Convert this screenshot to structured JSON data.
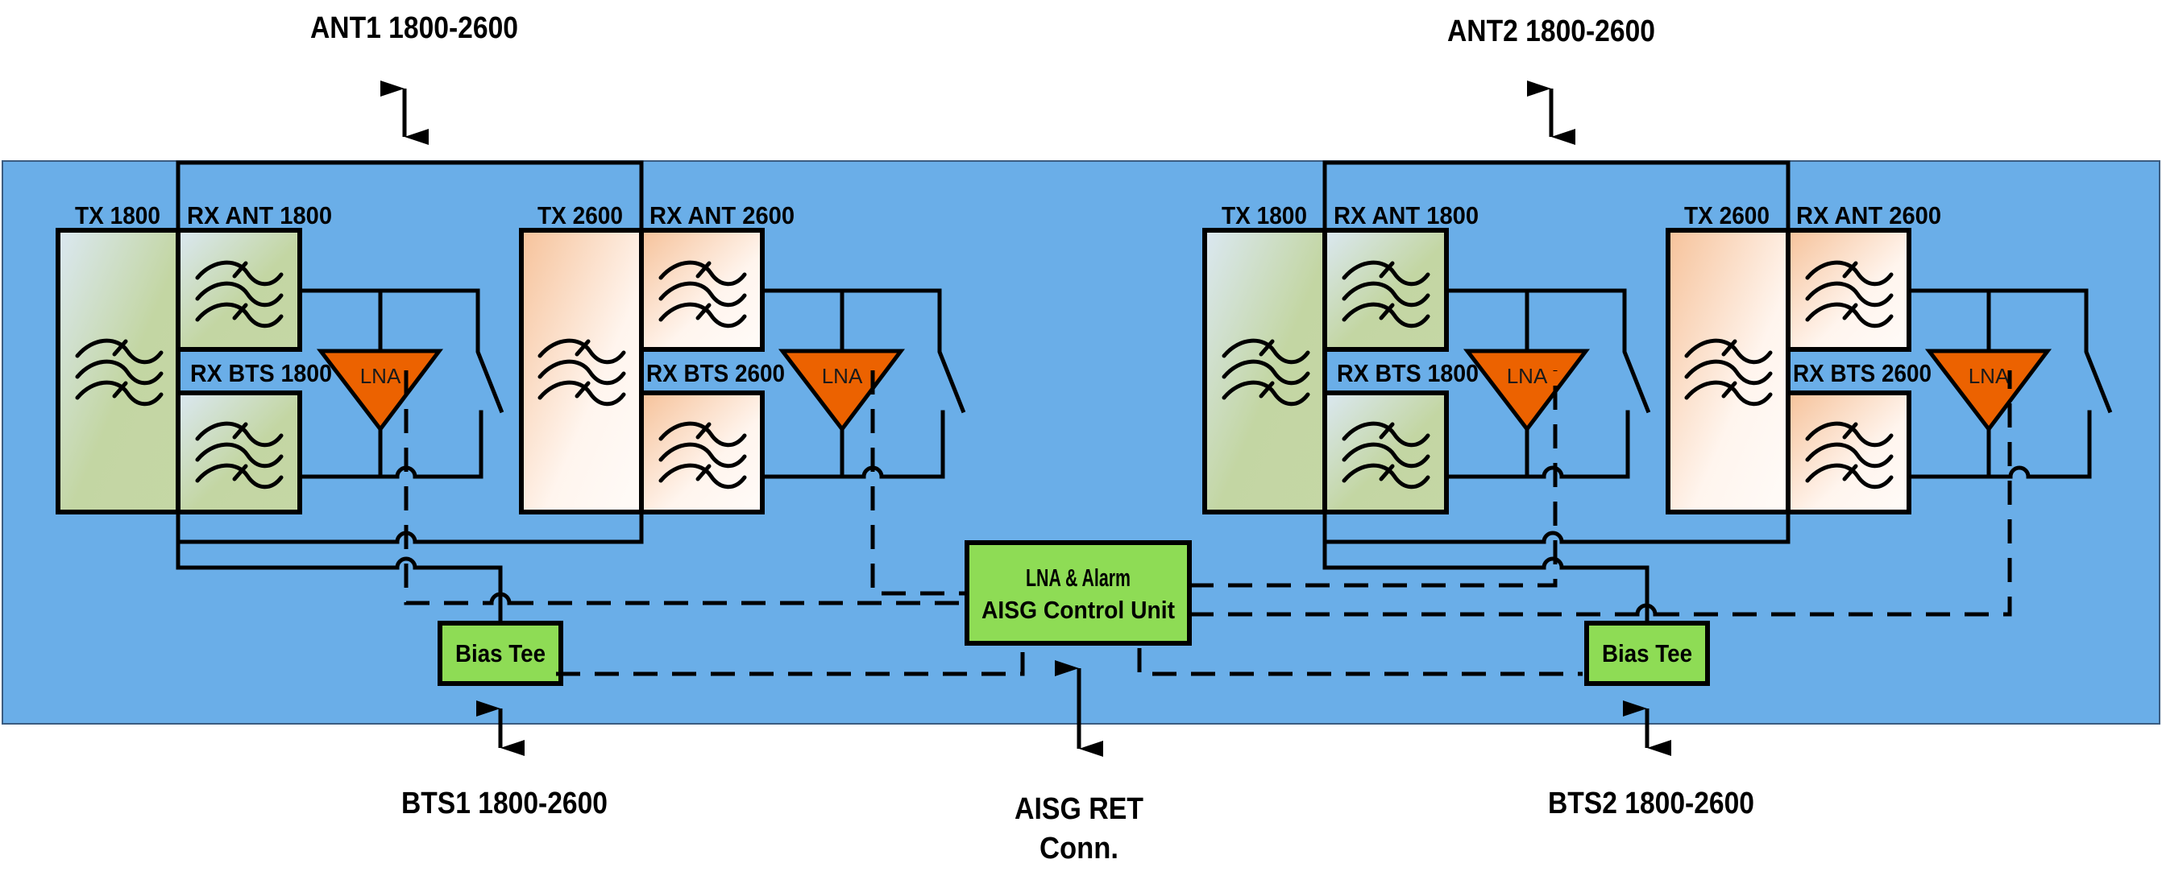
{
  "diagram": {
    "title": "Dual-band TMA / LNA block diagram",
    "colors": {
      "panel": "#6aaee8",
      "band_1800_start": "#dbe8f2",
      "band_1800_end": "#c3d6a3",
      "band_2600_start": "#f6c29a",
      "band_2600_end": "#fffaf6",
      "lna": "#ec6200",
      "control": "#8edc55"
    },
    "ports": {
      "ant1": "ANT1 1800-2600",
      "ant2": "ANT2 1800-2600",
      "bts1": "BTS1 1800-2600",
      "bts2": "BTS2 1800-2600",
      "aisg_line1": "AISG RET",
      "aisg_line2": "Conn."
    },
    "groups": [
      {
        "id": "path1",
        "tx1800": "TX 1800",
        "rx_ant_1800": "RX ANT 1800",
        "rx_bts_1800": "RX BTS 1800",
        "tx2600": "TX 2600",
        "rx_ant_2600": "RX ANT 2600",
        "rx_bts_2600": "RX BTS 2600",
        "lna_a": "LNA",
        "lna_b": "LNA",
        "bias_tee": "Bias Tee"
      },
      {
        "id": "path2",
        "tx1800": "TX 1800",
        "rx_ant_1800": "RX ANT 1800",
        "rx_bts_1800": "RX BTS 1800",
        "tx2600": "TX 2600",
        "rx_ant_2600": "RX ANT 2600",
        "rx_bts_2600": "RX BTS 2600",
        "lna_a": "LNA",
        "lna_b": "LNA",
        "bias_tee": "Bias Tee"
      }
    ],
    "control_unit": {
      "line1": "LNA & Alarm",
      "line2": "AISG Control Unit"
    }
  }
}
